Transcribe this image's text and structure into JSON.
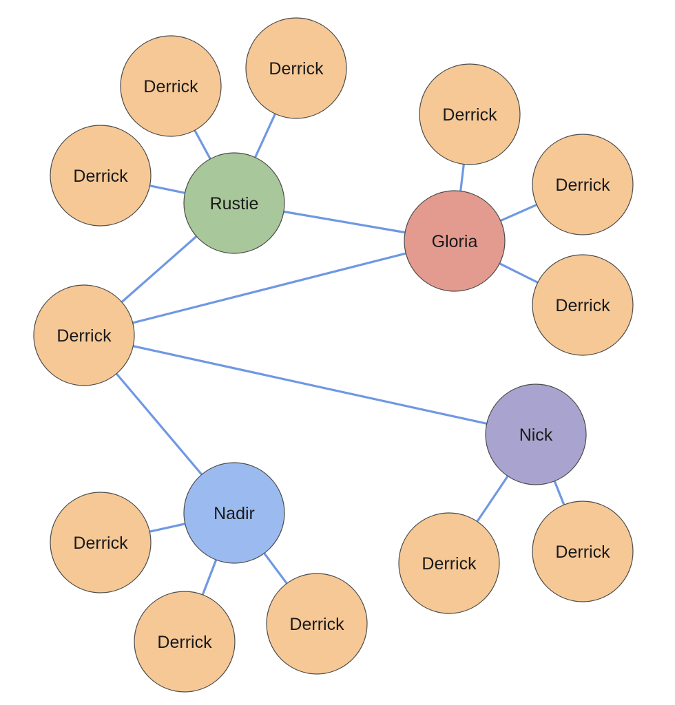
{
  "diagram": {
    "colors": {
      "edge": "#6f98e3",
      "leaf": "#f5c896",
      "rustie": "#a8c79a",
      "gloria": "#e39a8f",
      "nick": "#a9a3cf",
      "nadir": "#9bbbf0",
      "outline": "#4a4a4a"
    },
    "nodes": [
      {
        "id": "rustie",
        "label": "Rustie",
        "role": "hub",
        "color": "#a8c79a"
      },
      {
        "id": "gloria",
        "label": "Gloria",
        "role": "hub",
        "color": "#e39a8f"
      },
      {
        "id": "nick",
        "label": "Nick",
        "role": "hub",
        "color": "#a9a3cf"
      },
      {
        "id": "nadir",
        "label": "Nadir",
        "role": "hub",
        "color": "#9bbbf0"
      },
      {
        "id": "center",
        "label": "Derrick",
        "role": "leaf",
        "color": "#f5c896"
      },
      {
        "id": "r1",
        "label": "Derrick",
        "role": "leaf",
        "color": "#f5c896"
      },
      {
        "id": "r2",
        "label": "Derrick",
        "role": "leaf",
        "color": "#f5c896"
      },
      {
        "id": "r3",
        "label": "Derrick",
        "role": "leaf",
        "color": "#f5c896"
      },
      {
        "id": "g1",
        "label": "Derrick",
        "role": "leaf",
        "color": "#f5c896"
      },
      {
        "id": "g2",
        "label": "Derrick",
        "role": "leaf",
        "color": "#f5c896"
      },
      {
        "id": "g3",
        "label": "Derrick",
        "role": "leaf",
        "color": "#f5c896"
      },
      {
        "id": "n1",
        "label": "Derrick",
        "role": "leaf",
        "color": "#f5c896"
      },
      {
        "id": "n2",
        "label": "Derrick",
        "role": "leaf",
        "color": "#f5c896"
      },
      {
        "id": "d1",
        "label": "Derrick",
        "role": "leaf",
        "color": "#f5c896"
      },
      {
        "id": "d2",
        "label": "Derrick",
        "role": "leaf",
        "color": "#f5c896"
      },
      {
        "id": "d3",
        "label": "Derrick",
        "role": "leaf",
        "color": "#f5c896"
      }
    ],
    "edges": [
      [
        "center",
        "rustie"
      ],
      [
        "center",
        "gloria"
      ],
      [
        "center",
        "nick"
      ],
      [
        "center",
        "nadir"
      ],
      [
        "rustie",
        "gloria"
      ],
      [
        "rustie",
        "r1"
      ],
      [
        "rustie",
        "r2"
      ],
      [
        "rustie",
        "r3"
      ],
      [
        "gloria",
        "g1"
      ],
      [
        "gloria",
        "g2"
      ],
      [
        "gloria",
        "g3"
      ],
      [
        "nick",
        "n1"
      ],
      [
        "nick",
        "n2"
      ],
      [
        "nadir",
        "d1"
      ],
      [
        "nadir",
        "d2"
      ],
      [
        "nadir",
        "d3"
      ]
    ]
  }
}
